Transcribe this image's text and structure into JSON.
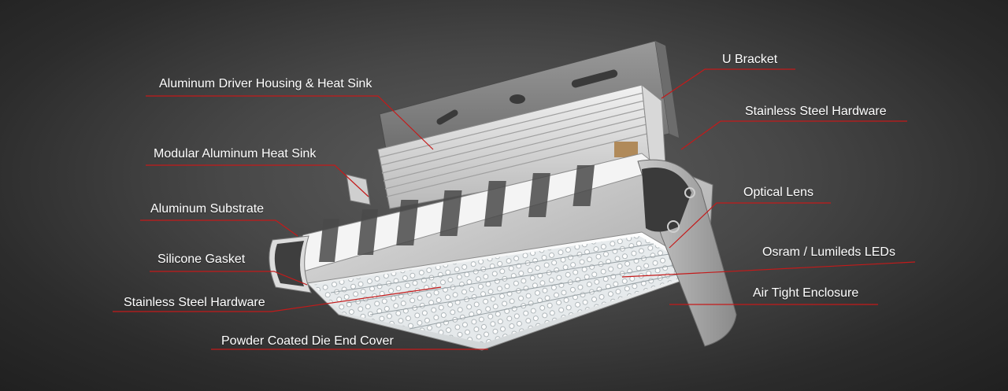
{
  "labels": {
    "aluminum_driver_housing": "Aluminum Driver Housing & Heat Sink",
    "modular_heat_sink": "Modular Aluminum Heat Sink",
    "aluminum_substrate": "Aluminum Substrate",
    "silicone_gasket": "Silicone Gasket",
    "stainless_hardware_left": "Stainless Steel Hardware",
    "powder_coated_end_cover": "Powder Coated Die End Cover",
    "u_bracket": "U Bracket",
    "stainless_hardware_right": "Stainless Steel Hardware",
    "optical_lens": "Optical Lens",
    "osram_leds": "Osram / Lumileds LEDs",
    "air_tight_enclosure": "Air Tight Enclosure"
  },
  "colors": {
    "leader_line": "#c41a1a",
    "label_text": "#ffffff",
    "background": "#3a3a3a"
  }
}
